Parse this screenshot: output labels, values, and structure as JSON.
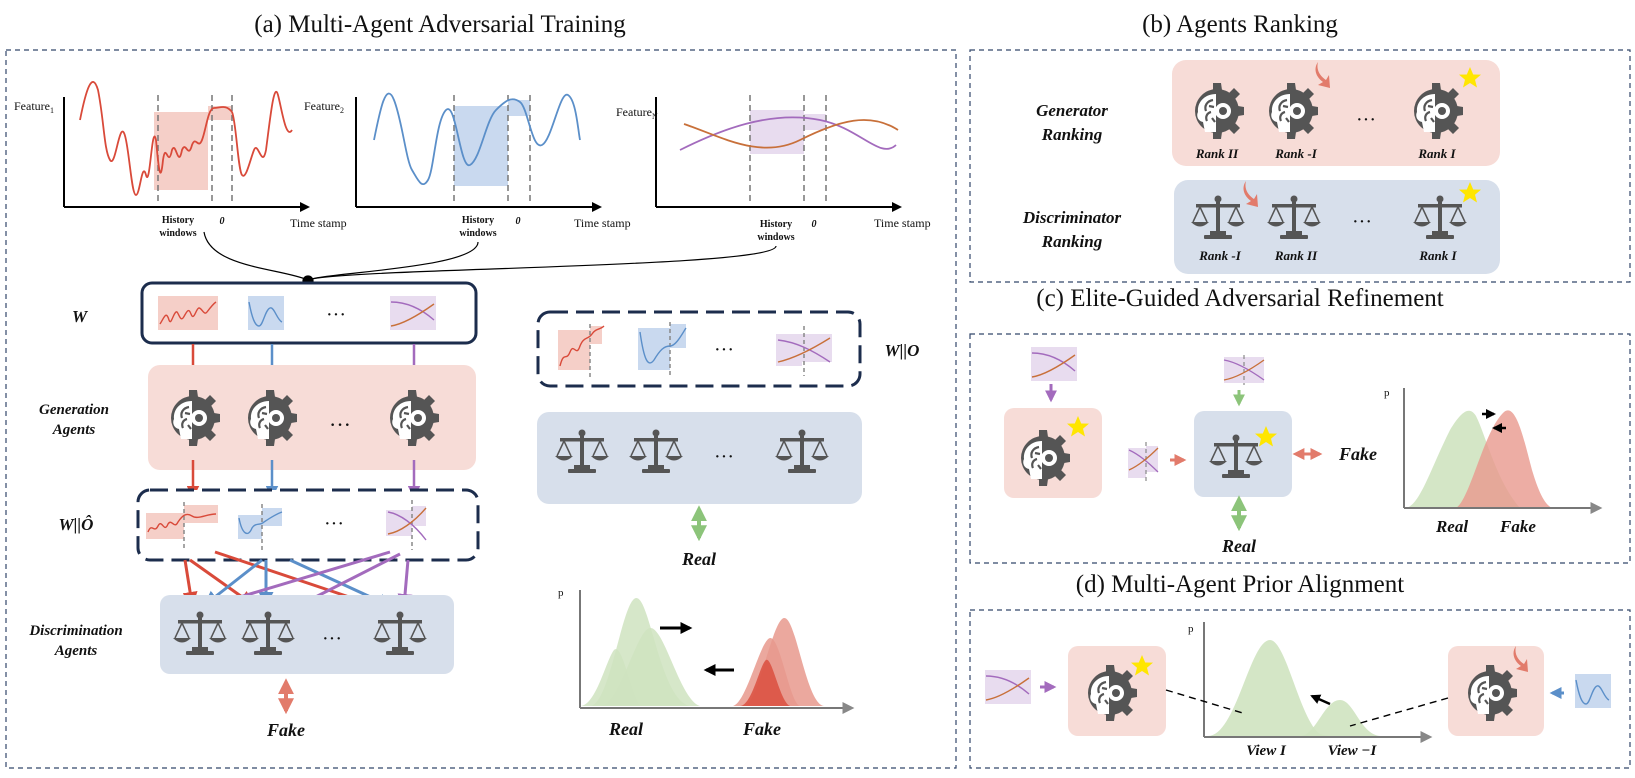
{
  "panels": {
    "a_title": "(a) Multi-Agent Adversarial Training",
    "b_title": "(b) Agents Ranking",
    "c_title": "(c) Elite-Guided Adversarial Refinement",
    "d_title": "(d) Multi-Agent Prior Alignment"
  },
  "panel_a": {
    "features": [
      {
        "name": "Feature",
        "sub": "1"
      },
      {
        "name": "Feature",
        "sub": "2"
      },
      {
        "name": "Feature",
        "sub": "N"
      }
    ],
    "time_axis": "Time stamp",
    "history_line1": "History",
    "history_line2": "windows",
    "zero_mark": "0",
    "w_label": "W",
    "generation_agents_l1": "Generation",
    "generation_agents_l2": "Agents",
    "w_ohat_label": "W||Ô",
    "discrimination_agents_l1": "Discrimination",
    "discrimination_agents_l2": "Agents",
    "fake_label": "Fake",
    "wo_label": "W||O",
    "real_label": "Real",
    "p_axis": "p",
    "dist_real": "Real",
    "dist_fake": "Fake",
    "ellipsis": "···"
  },
  "panel_b": {
    "generator_ranking_l1": "Generator",
    "generator_ranking_l2": "Ranking",
    "discriminator_ranking_l1": "Discriminator",
    "discriminator_ranking_l2": "Ranking",
    "gen_ranks": [
      "Rank II",
      "Rank -I",
      "Rank I"
    ],
    "disc_ranks": [
      "Rank -I",
      "Rank II",
      "Rank I"
    ]
  },
  "panel_c": {
    "fake": "Fake",
    "real": "Real",
    "p_axis": "p",
    "dist_real": "Real",
    "dist_fake": "Fake"
  },
  "panel_d": {
    "p_axis": "p",
    "view_1": "View I",
    "view_neg1": "View −I"
  },
  "colors": {
    "red": "#d94a3a",
    "blue": "#5b8fc9",
    "purple": "#a36bbd",
    "orange": "#c8703a",
    "pink_bg": "#f7dcd7",
    "blue_bg": "#d7dfeb",
    "navy": "#1c2d4d",
    "green": "#cfe3c0",
    "star": "#ffe600",
    "icon": "#555555"
  }
}
